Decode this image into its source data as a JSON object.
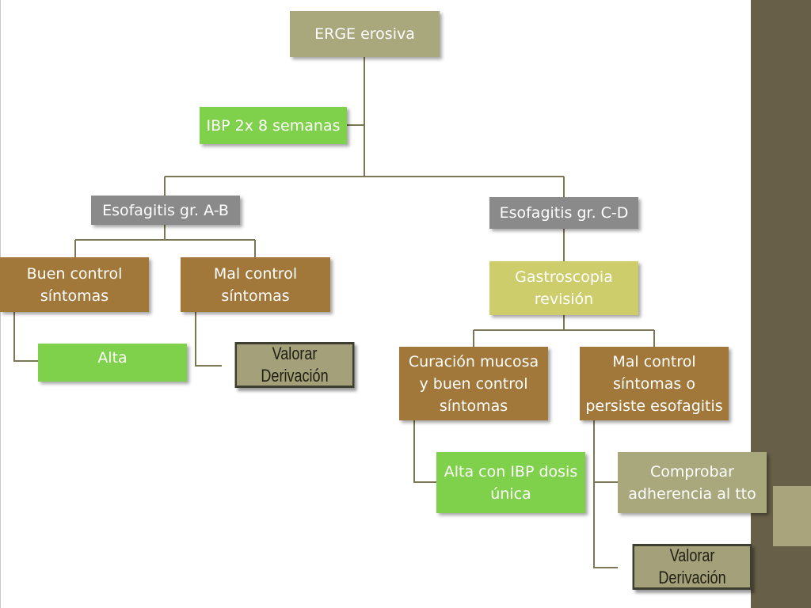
{
  "nodes": {
    "erge": "ERGE erosiva",
    "ibp": "IBP 2x 8 semanas",
    "esof_ab": "Esofagitis gr. A-B",
    "esof_cd": "Esofagitis gr. C-D",
    "buen_control": "Buen control síntomas",
    "mal_control": "Mal control síntomas",
    "gastroscopia": "Gastroscopia revisión",
    "alta": "Alta",
    "valorar_1": "Valorar Derivación",
    "curacion": "Curación mucosa y buen control síntomas",
    "mal_control_persiste": "Mal control síntomas o persiste esofagitis",
    "alta_ibp": "Alta con IBP dosis única",
    "comprobar": "Comprobar adherencia al tto",
    "valorar_2": "Valorar Derivación"
  },
  "colors": {
    "khaki": "#a9a77c",
    "green": "#7fd04a",
    "grey": "#8a8a8a",
    "brown": "#a2783a",
    "yellow": "#cdcd6c",
    "band": "#675f48",
    "connector": "#7b7754"
  }
}
